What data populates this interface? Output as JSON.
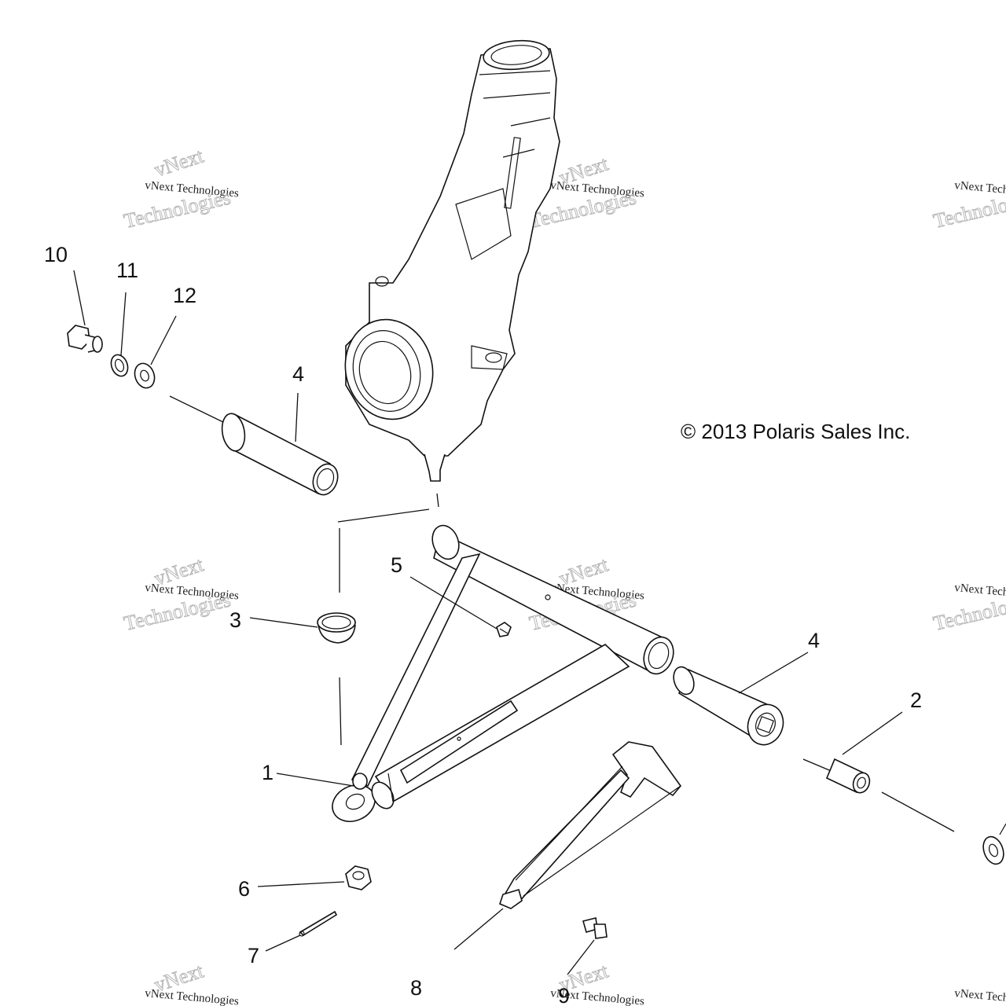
{
  "copyright": "© 2013 Polaris Sales Inc.",
  "watermark": {
    "line1": "vNext",
    "line2": "vNext Technologies",
    "line3": "Technologies"
  },
  "callouts": [
    {
      "id": "1",
      "label": "1"
    },
    {
      "id": "2",
      "label": "2"
    },
    {
      "id": "3",
      "label": "3"
    },
    {
      "id": "4a",
      "label": "4"
    },
    {
      "id": "4b",
      "label": "4"
    },
    {
      "id": "5",
      "label": "5"
    },
    {
      "id": "6",
      "label": "6"
    },
    {
      "id": "7",
      "label": "7"
    },
    {
      "id": "8",
      "label": "8"
    },
    {
      "id": "9",
      "label": "9"
    },
    {
      "id": "10",
      "label": "10"
    },
    {
      "id": "11",
      "label": "11"
    },
    {
      "id": "12",
      "label": "12"
    }
  ]
}
